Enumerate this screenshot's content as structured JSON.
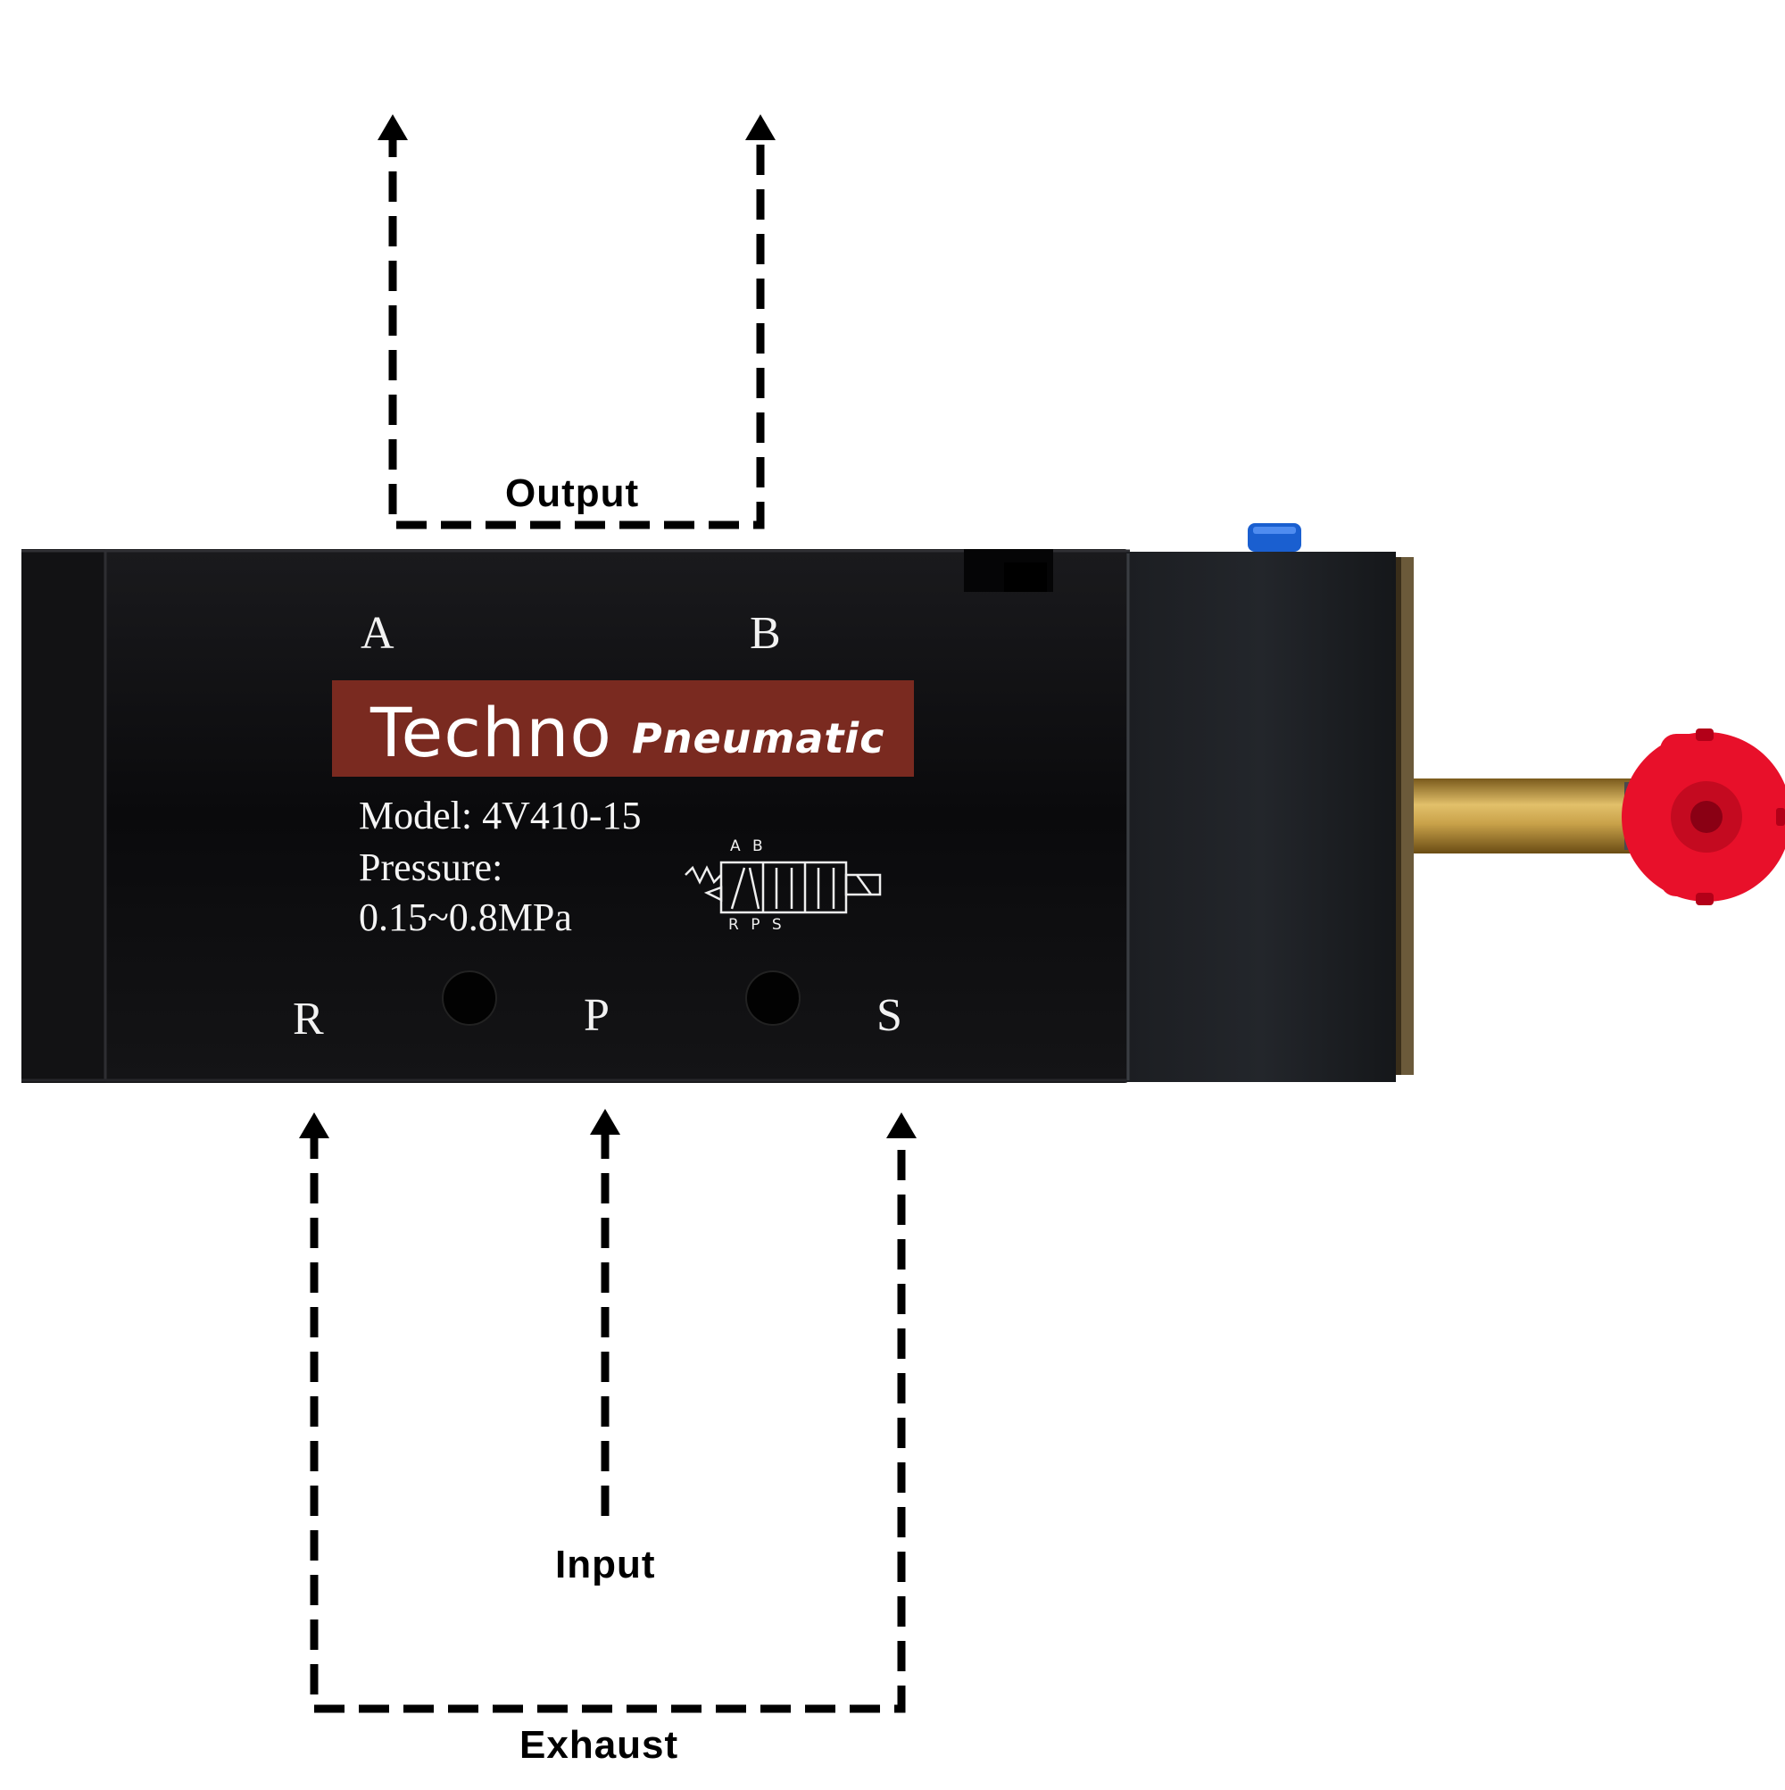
{
  "diagram": {
    "flow_labels": {
      "output": "Output",
      "input": "Input",
      "exhaust": "Exhaust"
    },
    "ports": {
      "a": "A",
      "b": "B",
      "r": "R",
      "p": "P",
      "s": "S"
    },
    "label_plate": {
      "brand": "Techno",
      "brand_sub": "Pneumatic",
      "model": "Model:  4V410-15",
      "pressure_label": "Pressure:",
      "pressure_range": "0.15~0.8MPa",
      "symbol_top_ports": "A B",
      "symbol_bottom_ports": "R P S"
    },
    "colors": {
      "valve_body": "#0c0c0e",
      "brand_band": "#7a2a20",
      "solenoid_cap": "#e8102a",
      "solenoid_stem": "#c9a24a",
      "indicator": "#1a5fd0",
      "arrows": "#000000"
    }
  }
}
